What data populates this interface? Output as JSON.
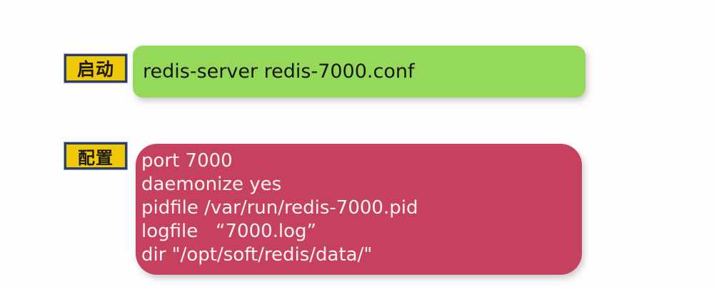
{
  "slide": {
    "background_color": "#fdfdfd",
    "labels": {
      "start_tag": "启动",
      "config_tag": "配置"
    },
    "command_panel": {
      "color": "#95D95A",
      "text": "redis-server redis-7000.conf"
    },
    "config_panel": {
      "color": "#C6415E",
      "lines": [
        "port 7000",
        "daemonize yes",
        "pidfile /var/run/redis-7000.pid",
        "logfile   “7000.log”",
        "dir \"/opt/soft/redis/data/\""
      ]
    },
    "tag_colors": {
      "fill": "#EFC808",
      "border": "#2c3e66"
    }
  }
}
